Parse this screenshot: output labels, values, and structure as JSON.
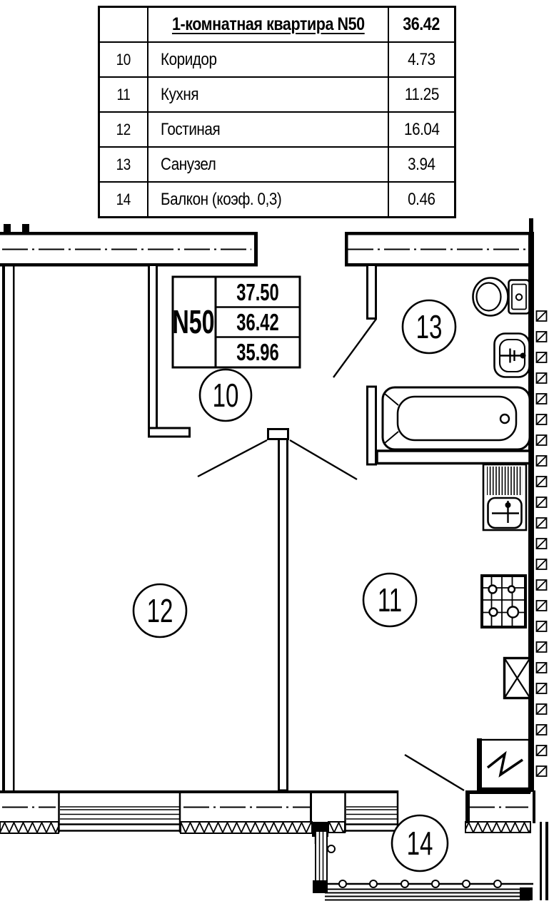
{
  "area_table": {
    "header": {
      "title": "1-комнатная квартира N50",
      "area": "36.42"
    },
    "rows": [
      {
        "num": "10",
        "name": "Коридор",
        "area": "4.73"
      },
      {
        "num": "11",
        "name": "Кухня",
        "area": "11.25"
      },
      {
        "num": "12",
        "name": "Гостиная",
        "area": "16.04"
      },
      {
        "num": "13",
        "name": "Санузел",
        "area": "3.94"
      },
      {
        "num": "14",
        "name": "Балкон (коэф. 0,3)",
        "area": "0.46"
      }
    ]
  },
  "info_box": {
    "unit": "N50",
    "values": [
      "37.50",
      "36.42",
      "35.96"
    ]
  },
  "room_circles": {
    "hallway": "10",
    "kitchen": "11",
    "living_room": "12",
    "bathroom": "13",
    "balcony": "14"
  },
  "colors": {
    "line": "#000000",
    "background": "#ffffff"
  }
}
